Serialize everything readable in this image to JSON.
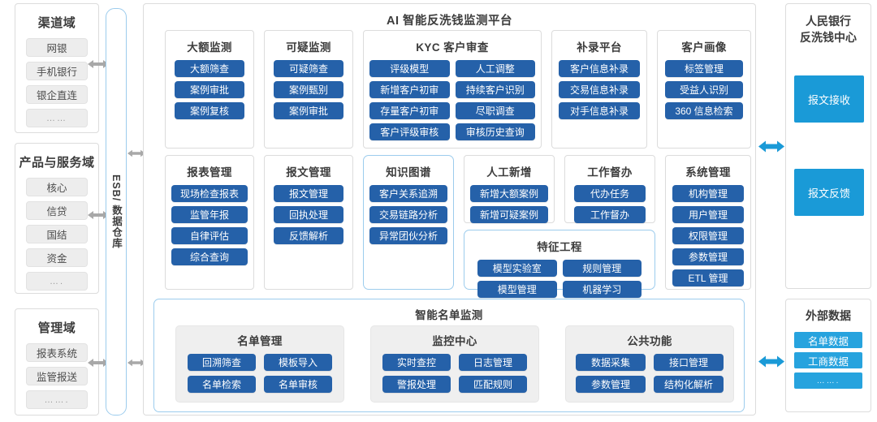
{
  "main": {
    "title": "AI 智能反洗钱监测平台",
    "esb_label": "ESB/ 数据仓库",
    "smartlist_title": "智能名单监测"
  },
  "left_domains": [
    {
      "name": "channel-domain",
      "title": "渠道域",
      "items": [
        "网银",
        "手机银行",
        "银企直连",
        "……"
      ]
    },
    {
      "name": "product-service-domain",
      "title": "产品与服务域",
      "items": [
        "核心",
        "信贷",
        "国结",
        "资金",
        "…."
      ]
    },
    {
      "name": "management-domain",
      "title": "管理域",
      "items": [
        "报表系统",
        "监管报送",
        "……."
      ]
    }
  ],
  "row1_modules": [
    {
      "name": "large-amount-monitoring",
      "title": "大额监测",
      "accent": false,
      "layout": "col",
      "buttons": [
        "大额筛查",
        "案例审批",
        "案例复核"
      ]
    },
    {
      "name": "suspicious-monitoring",
      "title": "可疑监测",
      "accent": false,
      "layout": "col",
      "buttons": [
        "可疑筛查",
        "案例甄别",
        "案例审批"
      ]
    },
    {
      "name": "kyc-customer-review",
      "title": "KYC 客户审查",
      "accent": false,
      "layout": "grid2",
      "buttons": [
        "评级模型",
        "人工调整",
        "新增客户初审",
        "持续客户识别",
        "存量客户初审",
        "尽职调查",
        "客户评级审核",
        "审核历史查询"
      ]
    },
    {
      "name": "supplement-platform",
      "title": "补录平台",
      "accent": false,
      "layout": "col",
      "buttons": [
        "客户信息补录",
        "交易信息补录",
        "对手信息补录"
      ]
    },
    {
      "name": "customer-profile",
      "title": "客户画像",
      "accent": false,
      "layout": "col",
      "buttons": [
        "标签管理",
        "受益人识别",
        "360 信息检索"
      ]
    }
  ],
  "row2_modules": [
    {
      "name": "report-management",
      "title": "报表管理",
      "accent": false,
      "layout": "col",
      "buttons": [
        "现场检查报表",
        "监管年报",
        "自律评估",
        "综合查询"
      ]
    },
    {
      "name": "message-management",
      "title": "报文管理",
      "accent": false,
      "layout": "col",
      "buttons": [
        "报文管理",
        "回执处理",
        "反馈解析"
      ]
    },
    {
      "name": "knowledge-graph",
      "title": "知识图谱",
      "accent": true,
      "layout": "col",
      "buttons": [
        "客户关系追溯",
        "交易链路分析",
        "异常团伙分析"
      ]
    },
    {
      "name": "manual-add",
      "title": "人工新增",
      "accent": false,
      "layout": "col",
      "buttons": [
        "新增大额案例",
        "新增可疑案例"
      ]
    },
    {
      "name": "work-supervision",
      "title": "工作督办",
      "accent": false,
      "layout": "col",
      "buttons": [
        "代办任务",
        "工作督办"
      ]
    },
    {
      "name": "system-management",
      "title": "系统管理",
      "accent": false,
      "layout": "col",
      "buttons": [
        "机构管理",
        "用户管理",
        "权限管理",
        "参数管理",
        "ETL 管理"
      ]
    },
    {
      "name": "feature-engineering",
      "title": "特征工程",
      "accent": true,
      "layout": "grid2",
      "buttons": [
        "模型实验室",
        "规则管理",
        "模型管理",
        "机器学习"
      ]
    }
  ],
  "smartlist_groups": [
    {
      "name": "list-management",
      "title": "名单管理",
      "buttons": [
        "回溯筛查",
        "模板导入",
        "名单检索",
        "名单审核"
      ]
    },
    {
      "name": "monitoring-center",
      "title": "监控中心",
      "buttons": [
        "实时查控",
        "日志管理",
        "警报处理",
        "匹配规则"
      ]
    },
    {
      "name": "public-functions",
      "title": "公共功能",
      "buttons": [
        "数据采集",
        "接口管理",
        "参数管理",
        "结构化解析"
      ]
    }
  ],
  "right_panels": {
    "pboc": {
      "name": "pboc-aml-center",
      "title_line1": "人民银行",
      "title_line2": "反洗钱中心",
      "boxes": [
        "报文接收",
        "报文反馈"
      ]
    },
    "external": {
      "name": "external-data",
      "title": "外部数据",
      "items": [
        "名单数据",
        "工商数据",
        "……."
      ]
    }
  },
  "colors": {
    "primary_blue": "#2561a9",
    "cyan": "#1a9ad7",
    "accent_border": "#9ccced",
    "panel_border": "#dcdcdc",
    "chip_grey": "#ededed"
  }
}
